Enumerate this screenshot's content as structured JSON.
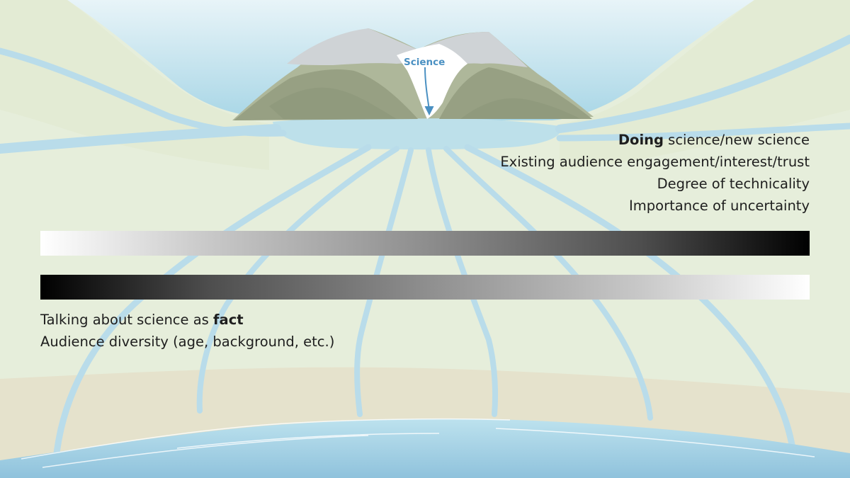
{
  "mountain": {
    "label": "Science"
  },
  "top_gradient": {
    "lines": [
      {
        "bold": "Doing",
        "rest": " science/new science"
      },
      {
        "bold": "",
        "rest": "Existing audience engagement/interest/trust"
      },
      {
        "bold": "",
        "rest": "Degree of technicality"
      },
      {
        "bold": "",
        "rest": "Importance of uncertainty"
      }
    ],
    "direction": "light-to-dark"
  },
  "bottom_gradient": {
    "lines": [
      {
        "rest": "Talking about science as ",
        "bold": "fact"
      },
      {
        "rest": "Audience diversity (age, background, etc.)",
        "bold": ""
      }
    ],
    "direction": "dark-to-light"
  },
  "colors": {
    "land": "#e6eedb",
    "sky_water": "#bde0ea",
    "river": "#b9dcea",
    "sand": "#e5e2cc",
    "ocean": "#a9d2e4",
    "science_label": "#4a90c2"
  }
}
